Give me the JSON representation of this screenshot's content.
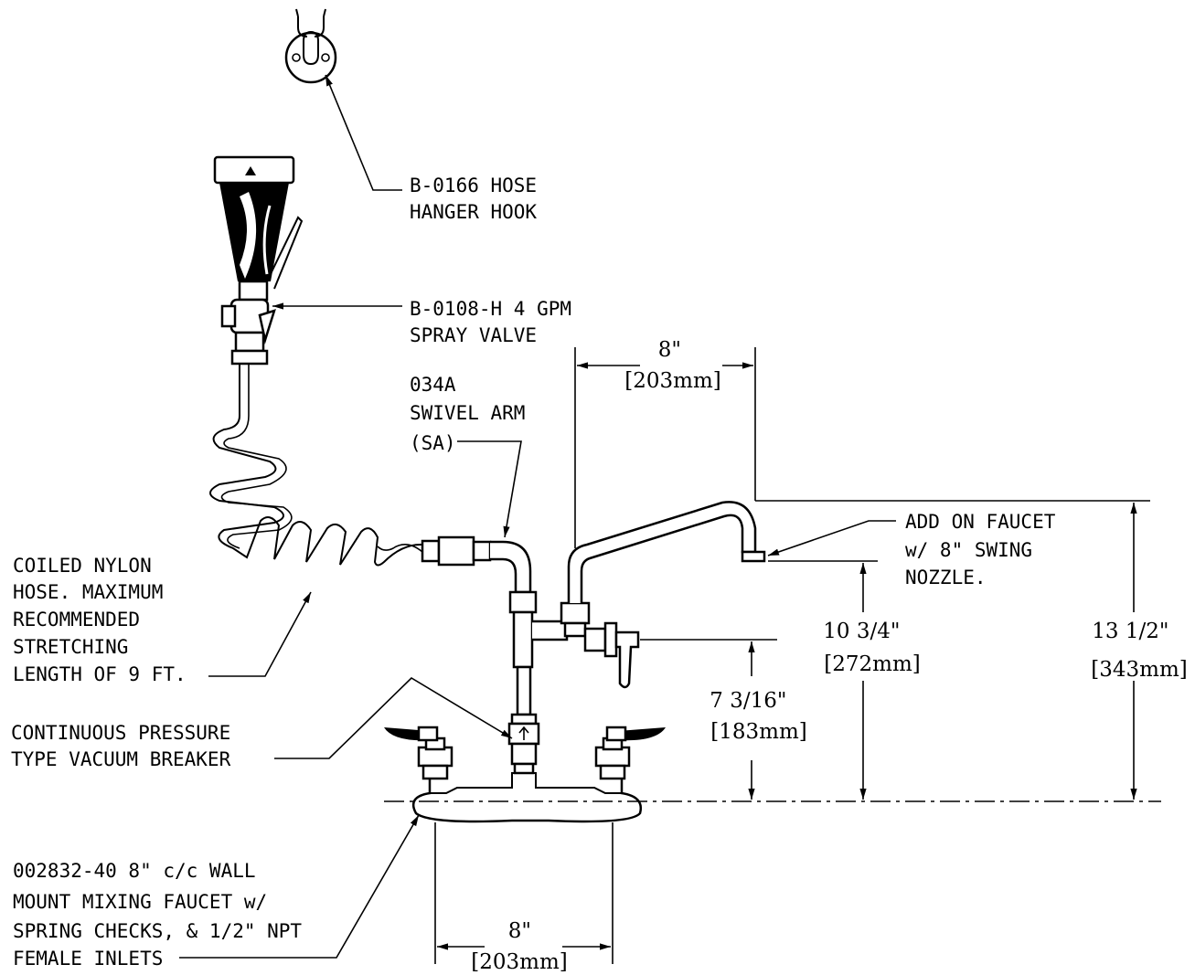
{
  "labels": {
    "hook": [
      "B-0166 HOSE",
      "HANGER HOOK"
    ],
    "spray": [
      "B-0108-H 4 GPM",
      "SPRAY VALVE"
    ],
    "swivel": [
      "034A",
      "SWIVEL ARM",
      "(SA)"
    ],
    "hose": [
      "COILED NYLON",
      "HOSE. MAXIMUM",
      "RECOMMENDED",
      "STRETCHING",
      "LENGTH OF 9 FT."
    ],
    "vacuum": [
      "CONTINUOUS PRESSURE",
      "TYPE VACUUM BREAKER"
    ],
    "faucet": [
      "002832-40 8\" c/c WALL",
      "MOUNT MIXING FAUCET w/",
      "SPRING CHECKS, & 1/2\" NPT",
      "FEMALE INLETS"
    ],
    "addon": [
      "ADD ON FAUCET",
      "w/ 8\" SWING",
      "NOZZLE."
    ]
  },
  "dimensions": {
    "nozzle_reach": [
      "8\"",
      "[203mm]"
    ],
    "centers": [
      "8\"",
      "[203mm]"
    ],
    "height_1": [
      "7 3/16\"",
      "[183mm]"
    ],
    "height_2": [
      "10 3/4\"",
      "[272mm]"
    ],
    "height_3": [
      "13 1/2\"",
      "[343mm]"
    ]
  }
}
